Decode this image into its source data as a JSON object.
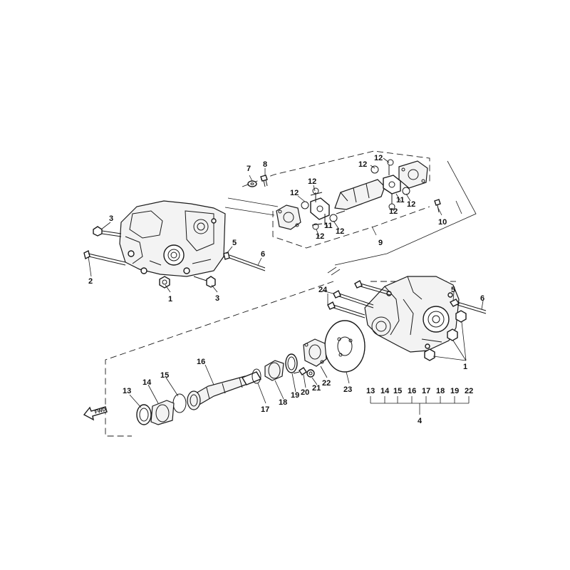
{
  "callouts": {
    "c1a": "1",
    "c1b": "1",
    "c2": "2",
    "c3a": "3",
    "c3b": "3",
    "c4": "4",
    "c5a": "5",
    "c5b": "5",
    "c6a": "6",
    "c6b": "6",
    "c7": "7",
    "c8": "8",
    "c9": "9",
    "c10": "10",
    "c11a": "11",
    "c11b": "11",
    "c12a": "12",
    "c12b": "12",
    "c12c": "12",
    "c12d": "12",
    "c12e": "12",
    "c12f": "12",
    "c12g": "12",
    "c12h": "12",
    "c13": "13",
    "c14": "14",
    "c15": "15",
    "c16": "16",
    "c17": "17",
    "c18": "18",
    "c19": "19",
    "c20": "20",
    "c21": "21",
    "c22": "22",
    "c23": "23",
    "c24": "24"
  },
  "kit": {
    "items": [
      "13",
      "14",
      "15",
      "16",
      "17",
      "18",
      "19",
      "22"
    ],
    "label": "4"
  },
  "fwd_arrow": "FWD"
}
